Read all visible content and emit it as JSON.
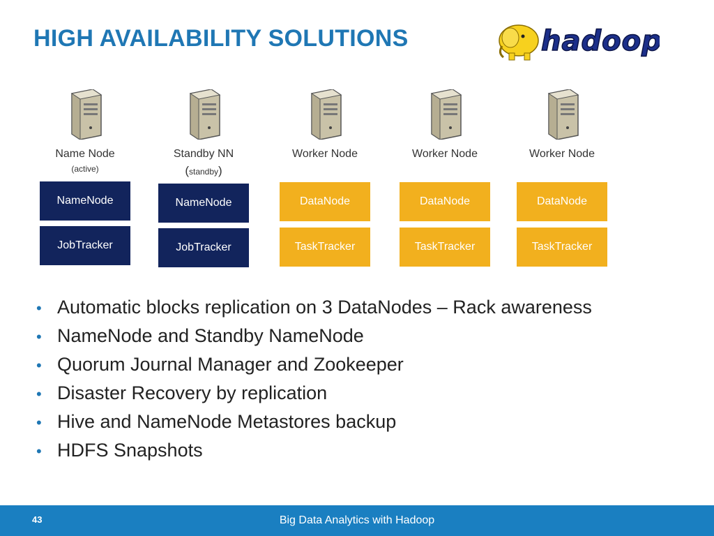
{
  "slide": {
    "title": "HIGH AVAILABILITY SOLUTIONS"
  },
  "logo": {
    "wordmark": "hadoop"
  },
  "columns": [
    {
      "label": "Name Node",
      "sublabel": "(active)",
      "role": "NameNode",
      "tracker": "JobTracker",
      "color": "#12245c"
    },
    {
      "label": "Standby NN",
      "sublabel_open": "(",
      "sublabel": "standby",
      "sublabel_close": ")",
      "role": "NameNode",
      "tracker": "JobTracker",
      "color": "#12245c"
    },
    {
      "label": "Worker  Node",
      "role": "DataNode",
      "tracker": "TaskTracker",
      "color": "#f2b01e"
    },
    {
      "label": "Worker  Node",
      "role": "DataNode",
      "tracker": "TaskTracker",
      "color": "#f2b01e"
    },
    {
      "label": "Worker  Node",
      "role": "DataNode",
      "tracker": "TaskTracker",
      "color": "#f2b01e"
    }
  ],
  "bullets": [
    "Automatic blocks replication on 3 DataNodes – Rack awareness",
    "NameNode and Standby NameNode",
    "Quorum Journal Manager and Zookeeper",
    "Disaster Recovery by replication",
    "Hive and NameNode Metastores backup",
    "HDFS Snapshots"
  ],
  "footer": {
    "page_number": "43",
    "title": "Big Data Analytics with Hadoop"
  },
  "colors": {
    "title": "#1f77b4",
    "footer": "#1a7fc1",
    "master": "#12245c",
    "worker": "#f2b01e"
  }
}
